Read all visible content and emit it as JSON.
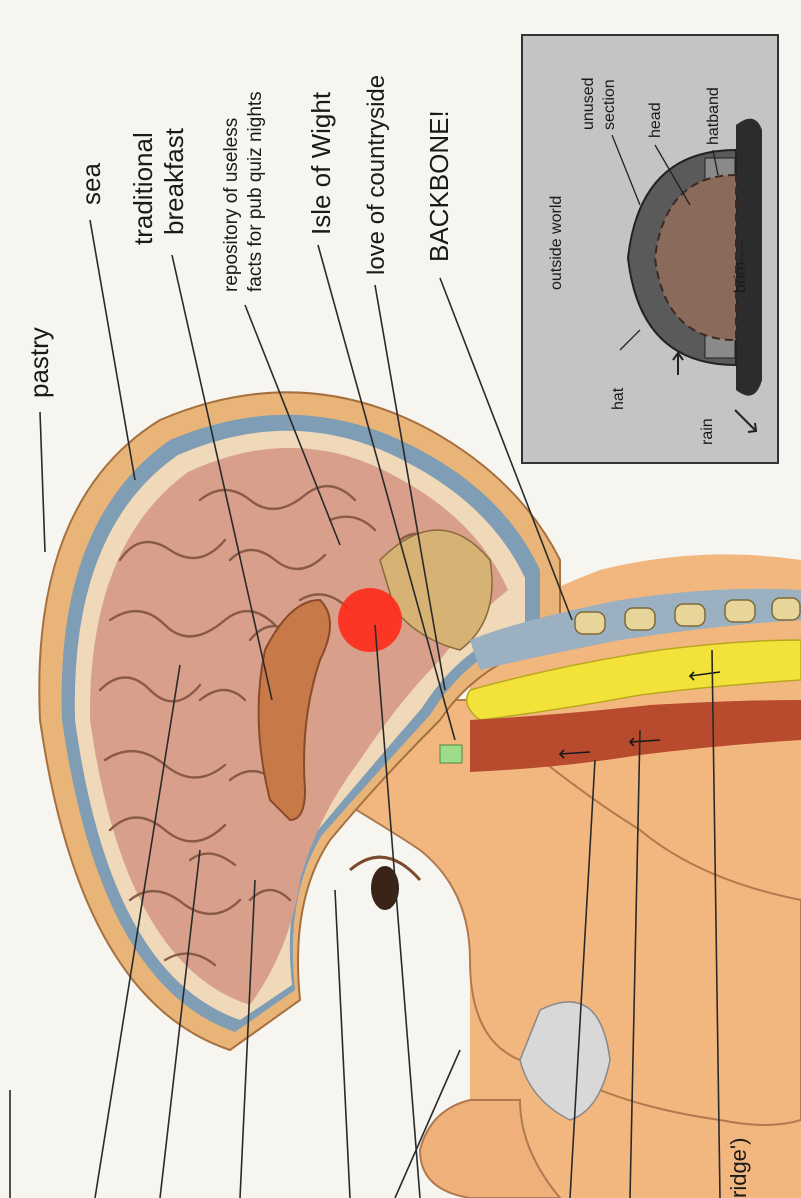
{
  "labels": {
    "pastry": "pastry",
    "sea": "sea",
    "traditional_1": "traditional",
    "traditional_2": "breakfast",
    "repository_1": "repository of useless",
    "repository_2": "facts for pub quiz nights",
    "isle": "Isle of Wight",
    "countryside": "love of countryside",
    "backbone": "BACKBONE!",
    "cut_edge": "ridge')"
  },
  "inset": {
    "outside_world": "outside world",
    "unused_1": "unused",
    "unused_2": "section",
    "head": "head",
    "hatband": "hatband",
    "hat": "hat",
    "brim": "brim",
    "rain": "rain"
  },
  "colors": {
    "skin": "#f2b77f",
    "skin_shadow": "#e49a62",
    "brain": "#d8a08a",
    "brain_fold": "#8a5a48",
    "skull_pastry": "#e8b478",
    "sea_layer": "#7f9db4",
    "spine_yellow": "#f2e23a",
    "windpipe": "#b84a2e",
    "red_spot": "#ff2a1a",
    "inset_bg": "#c4c4c4",
    "hat_dark": "#3a3a3a"
  }
}
